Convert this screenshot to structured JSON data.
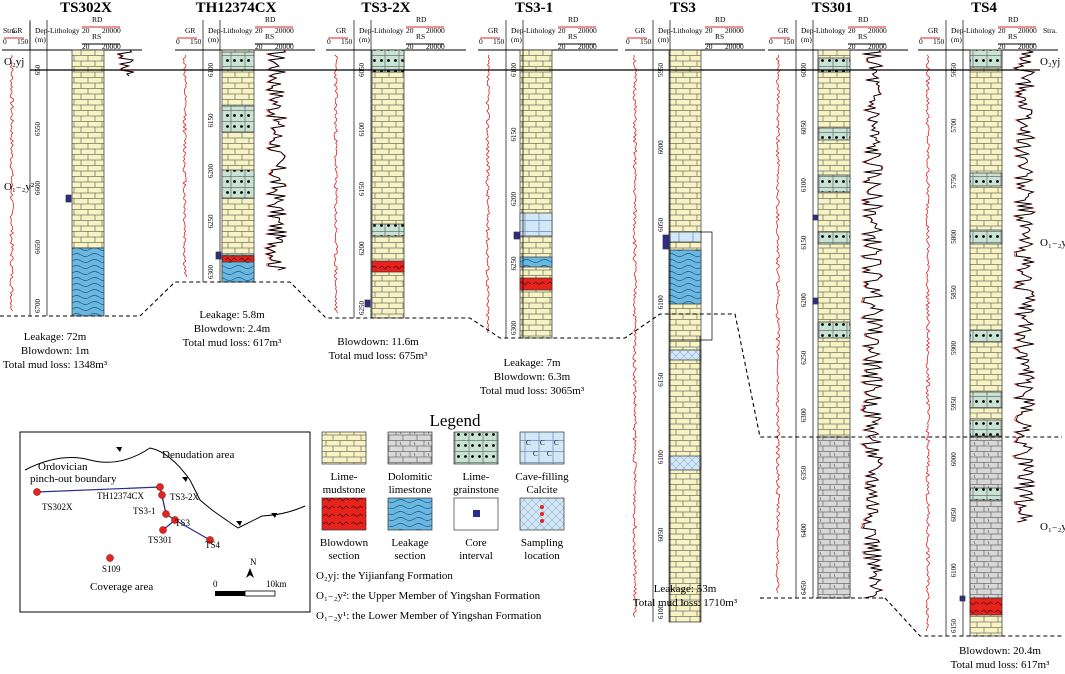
{
  "column_headers": {
    "gr": "GR",
    "dep": "Dep-",
    "dep_unit": "(m)",
    "litho": "Lithology",
    "rd": "RD",
    "rs": "RS",
    "stra": "Stra.",
    "gr_min": "0",
    "gr_max": "150",
    "rd_min": "20",
    "rd_max": "20000"
  },
  "strata": {
    "o2yj": "O₂yj",
    "o12y2": "O₁₋₂y²",
    "o12y1": "O₁₋₂y¹"
  },
  "wells": [
    {
      "id": "ts302x",
      "name": "TS302X",
      "depths": [
        "650",
        "6550",
        "6600",
        "6650",
        "6700"
      ],
      "notes": [
        "Leakage: 72m",
        "Blowdown: 1m",
        "Total mud loss: 1348m³"
      ]
    },
    {
      "id": "th12374cx",
      "name": "TH12374CX",
      "depths": [
        "6100",
        "6150",
        "6200",
        "6250",
        "6300"
      ],
      "notes": [
        "Leakage: 5.8m",
        "Blowdown: 2.4m",
        "Total mud loss: 617m³"
      ]
    },
    {
      "id": "ts3-2x",
      "name": "TS3-2X",
      "depths": [
        "6050",
        "6100",
        "6150",
        "6200",
        "6250"
      ],
      "notes": [
        "Blowdown: 11.6m",
        "Total mud loss: 675m³"
      ]
    },
    {
      "id": "ts3-1",
      "name": "TS3-1",
      "depths": [
        "6100",
        "6150",
        "6200",
        "6250",
        "6300"
      ],
      "notes": [
        "Leakage: 7m",
        "Blowdown: 6.3m",
        "Total mud loss: 3065m³"
      ]
    },
    {
      "id": "ts3",
      "name": "TS3",
      "depths": [
        "5950",
        "6000",
        "6050",
        "6100",
        "6150",
        "6100",
        "6050",
        "6100"
      ],
      "notes": [
        "Leakage: 53m",
        "Total mud loss: 1710m³"
      ]
    },
    {
      "id": "ts301",
      "name": "TS301",
      "depths": [
        "6000",
        "6050",
        "6100",
        "6150",
        "6200",
        "6250",
        "6300",
        "6350",
        "6400",
        "6450"
      ],
      "notes": []
    },
    {
      "id": "ts4",
      "name": "TS4",
      "depths": [
        "5650",
        "5700",
        "5750",
        "5800",
        "5850",
        "5900",
        "5950",
        "6000",
        "6050",
        "6100",
        "6150"
      ],
      "notes": [
        "Blowdown: 20.4m",
        "Total mud loss: 617m³"
      ]
    }
  ],
  "legend": {
    "title": "Legend",
    "items": [
      {
        "id": "lime-mudstone",
        "label1": "Lime-",
        "label2": "mudstone"
      },
      {
        "id": "dolomitic-limestone",
        "label1": "Dolomitic",
        "label2": "limestone"
      },
      {
        "id": "lime-grainstone",
        "label1": "Lime-",
        "label2": "grainstone"
      },
      {
        "id": "cave-filling-calcite",
        "label1": "Cave-filling",
        "label2": "Calcite"
      },
      {
        "id": "blowdown-section",
        "label1": "Blowdown",
        "label2": "section"
      },
      {
        "id": "leakage-section",
        "label1": "Leakage",
        "label2": "section"
      },
      {
        "id": "core-interval",
        "label1": "Core",
        "label2": "interval"
      },
      {
        "id": "sampling-location",
        "label1": "Sampling",
        "label2": "location"
      }
    ],
    "formations": [
      {
        "sym": "O₂yj",
        "text": ": the  Yijianfang Formation"
      },
      {
        "sym": "O₁₋₂y²",
        "text": ": the Upper Member of Yingshan Formation"
      },
      {
        "sym": "O₁₋₂y¹",
        "text": ": the Lower Member of Yingshan Formation"
      }
    ],
    "cave_letter": "C"
  },
  "map": {
    "denudation": "Denudation area",
    "pinch1": "Ordovician",
    "pinch2": "pinch-out boundary",
    "coverage": "Coverage area",
    "north": "N",
    "scale0": "0",
    "scale10": "10km",
    "wells": [
      "TS302X",
      "TH12374CX",
      "TS3-2X",
      "TS3-1",
      "TS3",
      "TS301",
      "TS4",
      "S109"
    ]
  },
  "colors": {
    "lime": "#f7f3c2",
    "grain": "#c8e3d3",
    "dolo": "#d8d8d8",
    "cave": "#d3e8f6",
    "leak": "#6ab8e0",
    "blow": "#e8231d",
    "core": "#2c2c8c",
    "gr": "#e02020"
  }
}
